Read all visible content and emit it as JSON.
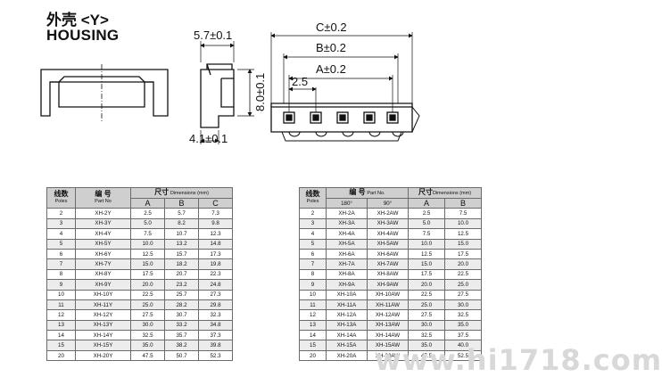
{
  "header": {
    "title_cn": "外壳 <Y>",
    "title_en": "HOUSING"
  },
  "dims": {
    "side_width": "5.7±0.1",
    "side_height": "8.0±0.1",
    "side_bottom": "4.1±0.1",
    "dim_c": "C±0.2",
    "dim_b": "B±0.2",
    "dim_a": "A±0.2",
    "pitch": "2.5"
  },
  "table1": {
    "h_poles_cn": "线数",
    "h_poles_en": "Poles",
    "h_part_cn": "编  号",
    "h_part_en": "Part No",
    "h_dim_cn": "尺寸",
    "h_dim_en": "Dimensions (mm)",
    "h_a": "A",
    "h_b": "B",
    "h_c": "C",
    "rows": [
      [
        "2",
        "XH-2Y",
        "2.5",
        "5.7",
        "7.3"
      ],
      [
        "3",
        "XH-3Y",
        "5.0",
        "8.2",
        "9.8"
      ],
      [
        "4",
        "XH-4Y",
        "7.5",
        "10.7",
        "12.3"
      ],
      [
        "5",
        "XH-5Y",
        "10.0",
        "13.2",
        "14.8"
      ],
      [
        "6",
        "XH-6Y",
        "12.5",
        "15.7",
        "17.3"
      ],
      [
        "7",
        "XH-7Y",
        "15.0",
        "18.2",
        "19.8"
      ],
      [
        "8",
        "XH-8Y",
        "17.5",
        "20.7",
        "22.3"
      ],
      [
        "9",
        "XH-9Y",
        "20.0",
        "23.2",
        "24.8"
      ],
      [
        "10",
        "XH-10Y",
        "22.5",
        "25.7",
        "27.3"
      ],
      [
        "11",
        "XH-11Y",
        "25.0",
        "28.2",
        "29.8"
      ],
      [
        "12",
        "XH-12Y",
        "27.5",
        "30.7",
        "32.3"
      ],
      [
        "13",
        "XH-13Y",
        "30.0",
        "33.2",
        "34.8"
      ],
      [
        "14",
        "XH-14Y",
        "32.5",
        "35.7",
        "37.3"
      ],
      [
        "15",
        "XH-15Y",
        "35.0",
        "38.2",
        "39.8"
      ],
      [
        "20",
        "XH-20Y",
        "47.5",
        "50.7",
        "52.3"
      ]
    ]
  },
  "table2": {
    "h_poles_cn": "线数",
    "h_poles_en": "Poles",
    "h_part_cn": "编  号",
    "h_part_en": "Part No.",
    "h_dim_cn": "尺寸",
    "h_dim_en": "Dimensions (mm)",
    "h_180": "180°",
    "h_90": "90°",
    "h_a": "A",
    "h_b": "B",
    "rows": [
      [
        "2",
        "XH-2A",
        "XH-2AW",
        "2.5",
        "7.5"
      ],
      [
        "3",
        "XH-3A",
        "XH-3AW",
        "5.0",
        "10.0"
      ],
      [
        "4",
        "XH-4A",
        "XH-4AW",
        "7.5",
        "12.5"
      ],
      [
        "5",
        "XH-5A",
        "XH-5AW",
        "10.0",
        "15.0"
      ],
      [
        "6",
        "XH-6A",
        "XH-6AW",
        "12.5",
        "17.5"
      ],
      [
        "7",
        "XH-7A",
        "XH-7AW",
        "15.0",
        "20.0"
      ],
      [
        "8",
        "XH-8A",
        "XH-8AW",
        "17.5",
        "22.5"
      ],
      [
        "9",
        "XH-9A",
        "XH-9AW",
        "20.0",
        "25.0"
      ],
      [
        "10",
        "XH-10A",
        "XH-10AW",
        "22.5",
        "27.5"
      ],
      [
        "11",
        "XH-11A",
        "XH-11AW",
        "25.0",
        "30.0"
      ],
      [
        "12",
        "XH-12A",
        "XH-12AW",
        "27.5",
        "32.5"
      ],
      [
        "13",
        "XH-13A",
        "XH-13AW",
        "30.0",
        "35.0"
      ],
      [
        "14",
        "XH-14A",
        "XH-14AW",
        "32.5",
        "37.5"
      ],
      [
        "15",
        "XH-15A",
        "XH-15AW",
        "35.0",
        "40.0"
      ],
      [
        "20",
        "XH-20A",
        "XH-20AW",
        "47.5",
        "52.5"
      ]
    ]
  },
  "watermark": "www.hi1718.com"
}
